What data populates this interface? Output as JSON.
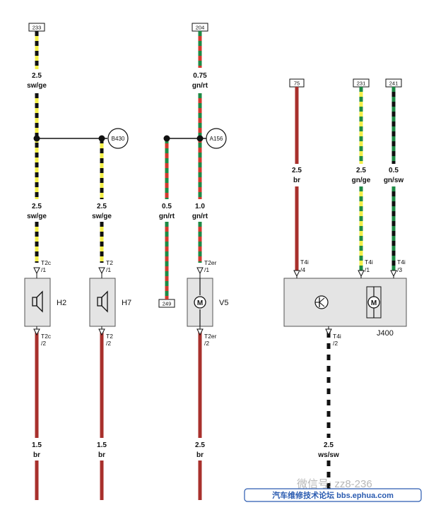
{
  "colors": {
    "sw": "#111111",
    "ge": "#f3ef4a",
    "gn": "#1e8a45",
    "rt": "#d23a2e",
    "br": "#a8302c",
    "ws": "#ffffff",
    "box_fill": "#e4e4e4",
    "box_stroke": "#555555",
    "banner_text": "#2a5bb0",
    "banner_border": "#2a5bb0"
  },
  "terminals": {
    "t233": "233",
    "t204": "204",
    "t75": "75",
    "t231": "231",
    "t241": "241",
    "t249": "249"
  },
  "connectors": {
    "b430": "B430",
    "a156": "A156"
  },
  "wires": {
    "w1_top": {
      "size": "2.5",
      "color": "sw/ge"
    },
    "w1_mid": {
      "size": "2.5",
      "color": "sw/ge"
    },
    "w2_mid": {
      "size": "2.5",
      "color": "sw/ge"
    },
    "w1_bot": {
      "size": "1.5",
      "color": "br"
    },
    "w2_bot": {
      "size": "1.5",
      "color": "br"
    },
    "w4_top": {
      "size": "0.75",
      "color": "gn/rt"
    },
    "w3_mid": {
      "size": "0.5",
      "color": "gn/rt"
    },
    "w4_mid": {
      "size": "1.0",
      "color": "gn/rt"
    },
    "w4_bot": {
      "size": "2.5",
      "color": "br"
    },
    "w5": {
      "size": "2.5",
      "color": "br"
    },
    "w6": {
      "size": "2.5",
      "color": "gn/ge"
    },
    "w7": {
      "size": "0.5",
      "color": "gn/sw"
    },
    "w8": {
      "size": "2.5",
      "color": "ws/sw"
    }
  },
  "pins": {
    "h2_top": [
      "T2c",
      "/1"
    ],
    "h2_bot": [
      "T2c",
      "/2"
    ],
    "h7_top": [
      "T2",
      "/1"
    ],
    "h7_bot": [
      "T2",
      "/2"
    ],
    "v5_top": [
      "T2er",
      "/1"
    ],
    "v5_bot": [
      "T2er",
      "/2"
    ],
    "j_pin4": [
      "T4i",
      "/4"
    ],
    "j_pin1": [
      "T4i",
      "/1"
    ],
    "j_pin3": [
      "T4i",
      "/3"
    ],
    "j_pin2": [
      "T4i",
      "/2"
    ]
  },
  "components": {
    "h2": "H2",
    "h7": "H7",
    "v5": "V5",
    "j400": "J400"
  },
  "watermark": {
    "text": "微信号: zz8-236",
    "banner": "汽车维修技术论坛 bbs.ephua.com"
  }
}
